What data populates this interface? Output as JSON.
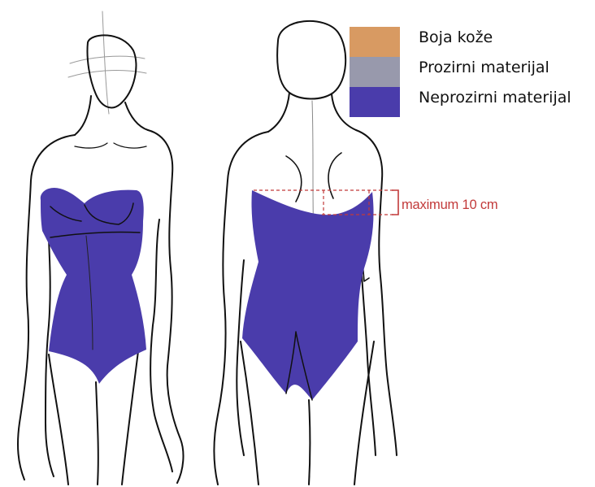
{
  "legend": {
    "items": [
      {
        "label": "Boja kože",
        "color": "#d89a62"
      },
      {
        "label": "Prozirni materijal",
        "color": "#9899ac"
      },
      {
        "label": "Neprozirni materijal",
        "color": "#4a3cab"
      }
    ]
  },
  "measurement": {
    "label": "maximum 10 cm",
    "color": "#c23a3a"
  },
  "garment": {
    "color": "#4a3cab"
  }
}
